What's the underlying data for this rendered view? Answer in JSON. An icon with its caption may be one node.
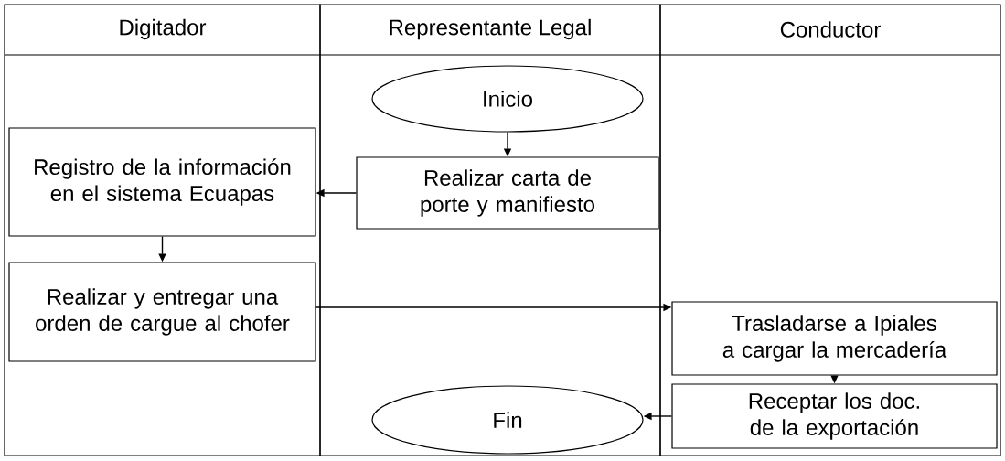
{
  "diagram": {
    "nodes": [
      {
        "text": [
          "Digitador"
        ]
      },
      {
        "text": [
          "Representante Legal"
        ]
      },
      {
        "text": [
          "Conductor"
        ]
      },
      {
        "text": [
          "Inicio"
        ],
        "in": 1
      },
      {
        "text": [
          "Realizar carta de porte y manifiesto"
        ],
        "in": 1
      },
      {
        "text": [
          "Registro de la información en el sistema Ecuapas"
        ],
        "in": 0
      },
      {
        "text": [
          "Realizar y entregar una orden de cargue al chofer"
        ],
        "in": 0
      },
      {
        "text": [
          "Trasladarse a Ipiales a cargar la mercadería"
        ],
        "in": 2
      },
      {
        "text": [
          "Receptar los doc. de la exportación"
        ],
        "in": 2
      },
      {
        "text": [
          "Fin"
        ],
        "in": 1
      }
    ],
    "edges": [
      {
        "from": 3,
        "to": 4,
        "arrow": "to"
      },
      {
        "from": 4,
        "to": 5,
        "arrow": "to"
      },
      {
        "from": 5,
        "to": 6,
        "arrow": "to"
      },
      {
        "from": 6,
        "to": 7,
        "arrow": "to"
      },
      {
        "from": 7,
        "to": 8,
        "arrow": "to"
      },
      {
        "from": 8,
        "to": 9,
        "arrow": "to"
      }
    ]
  }
}
